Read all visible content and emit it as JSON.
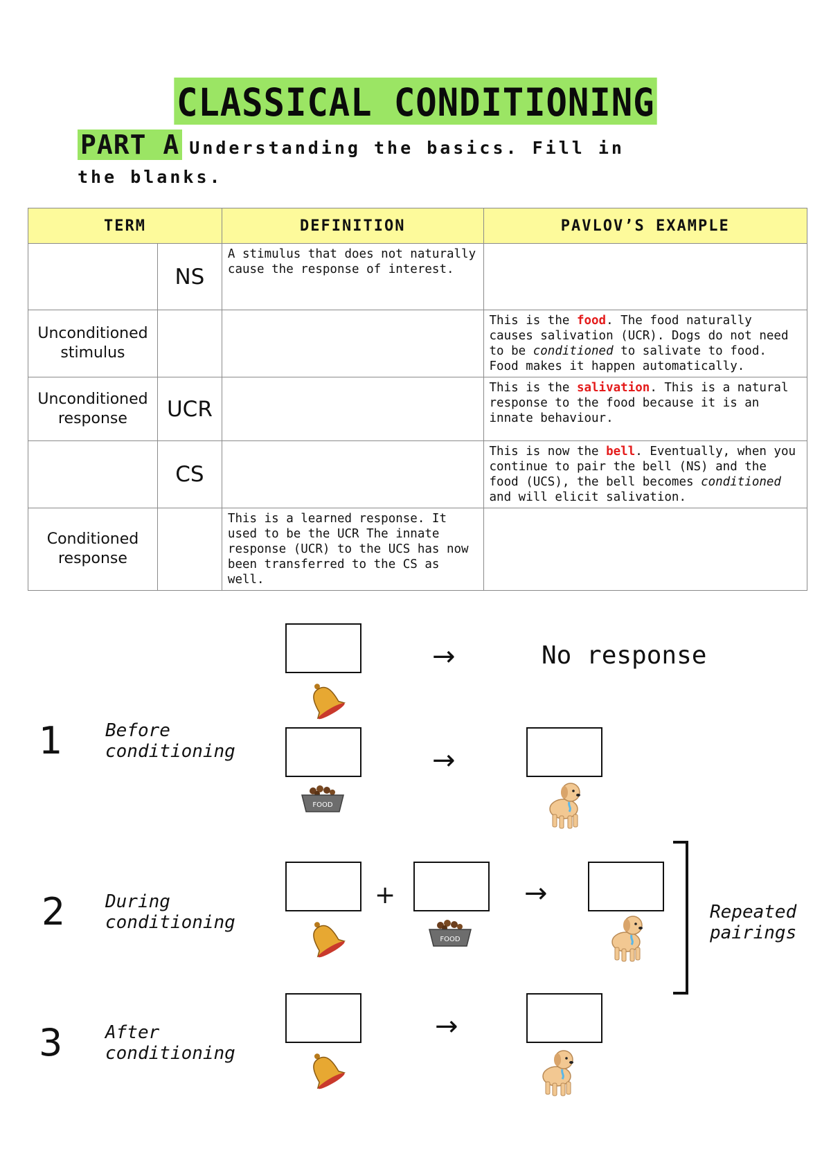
{
  "title": "CLASSICAL CONDITIONING",
  "intro": {
    "part_label": "PART A",
    "text": "Understanding the basics. Fill in the blanks."
  },
  "table": {
    "headers": [
      "TERM",
      "DEFINITION",
      "PAVLOV’S EXAMPLE"
    ],
    "rows": [
      {
        "term": "",
        "abbr": "NS",
        "definition": "A stimulus that does not naturally cause the response of interest.",
        "example": {}
      },
      {
        "term": "Unconditioned stimulus",
        "abbr": "",
        "definition": "",
        "example": {
          "pre": "This is the ",
          "highlight": "food",
          "post1": ". The food naturally causes salivation (UCR). Dogs do not need to be ",
          "italic": "conditioned",
          "post2": " to salivate to food. Food makes it happen automatically."
        }
      },
      {
        "term": "Unconditioned response",
        "abbr": "UCR",
        "definition": "",
        "example": {
          "pre": "This is the ",
          "highlight": "salivation",
          "post1": ". This is a natural response to the food because it is an innate behaviour.",
          "italic": "",
          "post2": ""
        }
      },
      {
        "term": "",
        "abbr": "CS",
        "definition": "",
        "example": {
          "pre": "This is now the ",
          "highlight": "bell",
          "post1": ". Eventually, when you continue to pair the bell (NS) and the food (UCS), the bell becomes ",
          "italic": "conditioned",
          "post2": " and will elicit salivation."
        }
      },
      {
        "term": "Conditioned response",
        "abbr": "",
        "definition": "This is a learned response. It used to be the UCR The innate response (UCR) to the UCS has now been transferred to the CS as well.",
        "example": {}
      }
    ]
  },
  "diagram": {
    "stages": [
      {
        "number": "1",
        "line1": "Before",
        "line2": "conditioning"
      },
      {
        "number": "2",
        "line1": "During",
        "line2": "conditioning"
      },
      {
        "number": "3",
        "line1": "After",
        "line2": "conditioning"
      }
    ],
    "arrow": "→",
    "plus": "+",
    "no_response": "No response",
    "repeated": {
      "line1": "Repeated",
      "line2": "pairings"
    },
    "food_label": "FOOD",
    "colors": {
      "highlight": "#e41b1b",
      "title_bg": "#9be564",
      "header_bg": "#fdfa9b"
    },
    "icons": [
      "bell-icon",
      "food-bowl-icon",
      "dog-icon"
    ]
  }
}
